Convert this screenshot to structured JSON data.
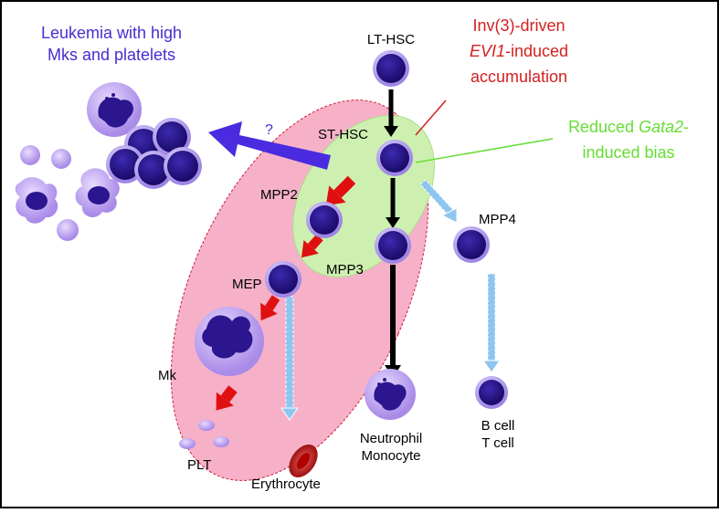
{
  "labels": {
    "lt_hsc": "LT-HSC",
    "st_hsc": "ST-HSC",
    "mpp2": "MPP2",
    "mpp3": "MPP3",
    "mpp4": "MPP4",
    "mep": "MEP",
    "mk": "Mk",
    "plt": "PLT",
    "erythrocyte": "Erythrocyte",
    "neutrophil": "Neutrophil",
    "monocyte": "Monocyte",
    "b_cell": "B cell",
    "t_cell": "T cell",
    "question": "?"
  },
  "leukemia": {
    "line1": "Leukemia with high",
    "line2": "Mks and platelets"
  },
  "inv3": {
    "line1": "Inv(3)-driven",
    "line2_italic": "EVI1",
    "line2_rest": "-induced",
    "line3": "accumulation"
  },
  "gata2": {
    "line1_pre": "Reduced ",
    "line1_italic": "Gata2",
    "line1_post": "-",
    "line2": "induced bias"
  },
  "colors": {
    "cell_fill": "#2b1690",
    "cell_ring": "#b9a8f0",
    "leukemia_text": "#4a2bd0",
    "inv3_text": "#d42020",
    "gata2_text": "#66dd33",
    "pink_region": "#f6b0c8",
    "green_region": "#cdf0b0",
    "red_arrow": "#e01010",
    "blue_arrow": "#4a2be0",
    "dashed_arrow": "#8ec6f0"
  }
}
